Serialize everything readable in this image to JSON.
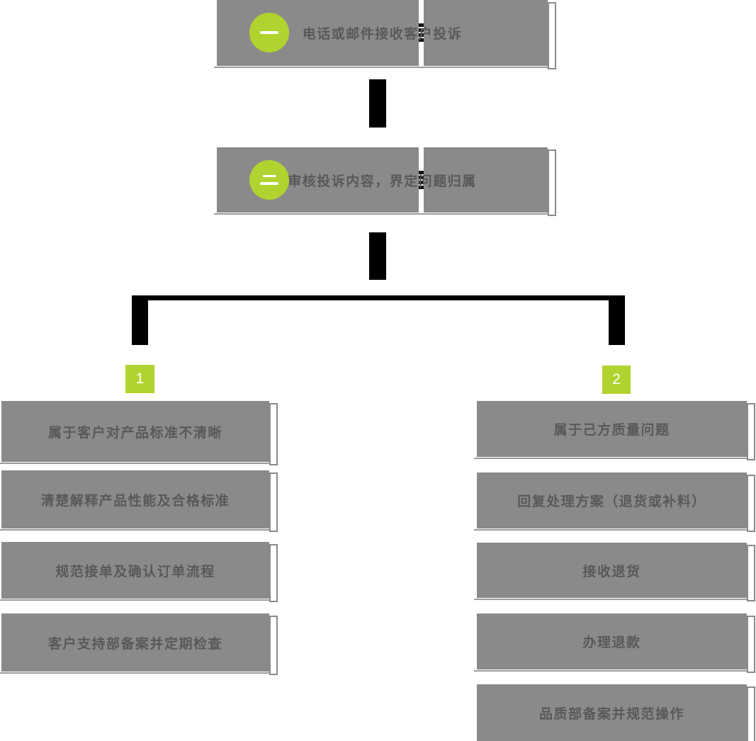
{
  "colors": {
    "box_gray": "#8a8a8a",
    "label_gray": "#595959",
    "accent_green": "#b1d32f",
    "connector_black": "#000000",
    "tab_fill": "#ffffff"
  },
  "flowchart": {
    "steps": [
      {
        "icon_glyph": "一",
        "label": "电话或邮件接收客户投诉"
      },
      {
        "icon_glyph": "二",
        "label": "审核投诉内容，界定问题归属"
      }
    ],
    "branches": [
      {
        "number": "1",
        "items": [
          "属于客户对产品标准不清晰",
          "清楚解释产品性能及合格标准",
          "规范接单及确认订单流程",
          "客户支持部备案并定期检查"
        ]
      },
      {
        "number": "2",
        "items": [
          "属于己方质量问题",
          "回复处理方案（退货或补料）",
          "接收退货",
          "办理退款",
          "品质部备案并规范操作"
        ]
      }
    ]
  }
}
